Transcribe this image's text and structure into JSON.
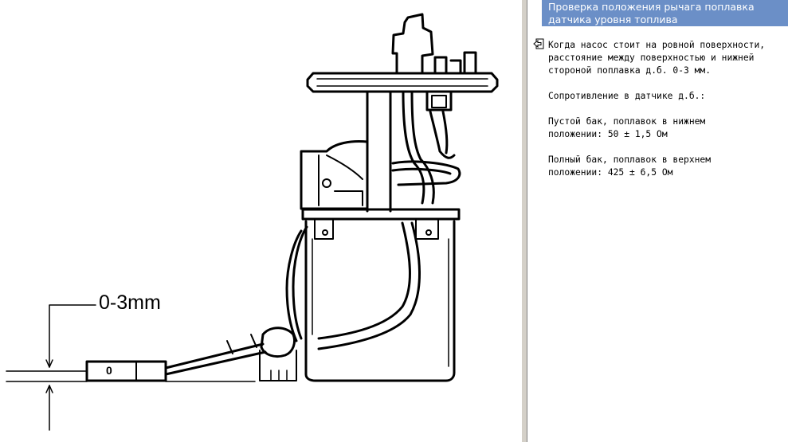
{
  "figure": {
    "dimension_label": "0-3mm",
    "float_marker": "0"
  },
  "info": {
    "title_line1": "Проверка положения рычага поплавка",
    "title_line2": "датчика уровня топлива",
    "icon": "back-arrow-icon",
    "paragraphs": [
      "Когда насос стоит на ровной поверхности,\nрасстояние между поверхностью и нижней\nстороной поплавка д.б. 0-3 мм.",
      "Сопротивление в датчике д.б.:",
      "Пустой бак, поплавок в нижнем\nположении: 50 ± 1,5 Ом",
      "Полный бак, поплавок в верхнем\nположении: 425 ± 6,5 Ом"
    ]
  },
  "colors": {
    "title_bar": "#6b8fc7",
    "splitter": "#d4d0c8"
  }
}
